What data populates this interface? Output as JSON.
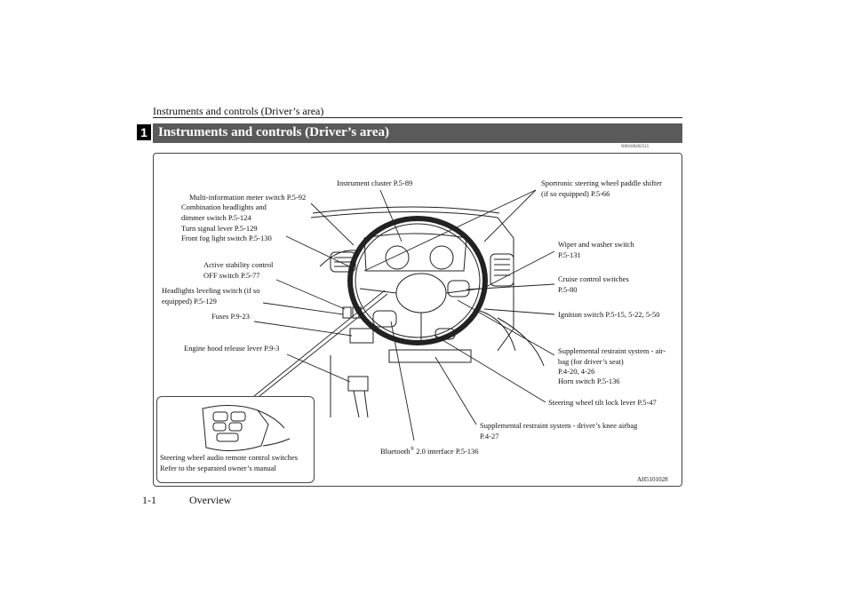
{
  "header": {
    "title": "Instruments and controls (Driver’s area)"
  },
  "chapter": {
    "number": "1"
  },
  "section": {
    "title": "Instruments and controls (Driver’s area)",
    "doc_id": "N00100202515"
  },
  "labels": {
    "multi_info": "Multi-information meter switch P.5-92",
    "combo_lights_1": "Combination headlights and",
    "combo_lights_2": "dimmer switch P.5-124",
    "turn_signal": "Turn signal lever P.5-129",
    "fog_light": "Front fog light switch P.5-130",
    "instrument_cluster": "Instrument cluster P.5-89",
    "paddle_1": "Sportronic steering wheel paddle shifter",
    "paddle_2": "(if so equipped) P.5-66",
    "asc_1": "Active stability control",
    "asc_2": "OFF switch P.5-77",
    "leveling_1": "Headlights leveling switch (if so",
    "leveling_2": "equipped) P.5-129",
    "fuses": "Fuses P.9-23",
    "hood": "Engine hood release lever P.9-3",
    "wiper_1": "Wiper and washer switch",
    "wiper_2": "P.5-131",
    "cruise_1": "Cruise control switches",
    "cruise_2": "P.5-80",
    "ignition": "Ignition switch P.5-15, 5-22, 5-50",
    "srs_1": "Supplemental restraint system - air-",
    "srs_2": "bag (for driver’s seat)",
    "srs_3": "P.4-20, 4-26",
    "horn": "Horn switch P.5-136",
    "tilt": "Steering wheel tilt lock lever P.5-47",
    "knee_1": "Supplemental restraint system - driver’s knee airbag",
    "knee_2": "P.4-27",
    "bluetooth_pre": "Bluetooth",
    "bluetooth_sup": "®",
    "bluetooth_post": " 2.0 interface P.5-136",
    "audio_1": "Steering wheel audio remote control switches",
    "audio_2": "Refer to the separated owner’s manual"
  },
  "figure": {
    "art_id": "AH5101028"
  },
  "footer": {
    "page": "1-1",
    "section": "Overview"
  }
}
